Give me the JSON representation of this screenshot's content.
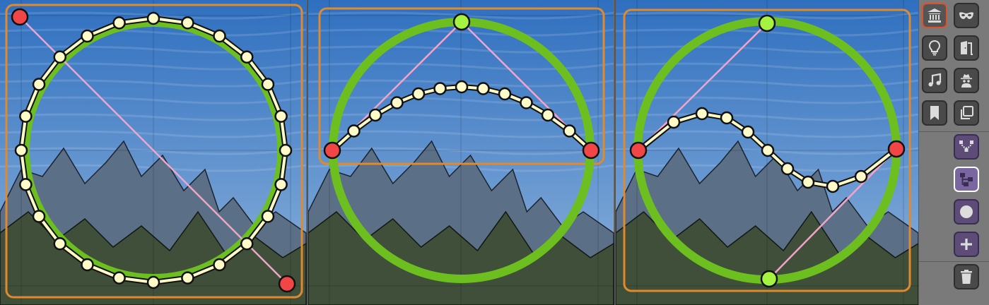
{
  "colors": {
    "sky_top": "#2f6fbf",
    "sky_bottom": "#8fb4dc",
    "frame": "#e08a2e",
    "circle": "#6cbf1f",
    "chord": "#f4a3c8",
    "dot_fill": "#fffbc8",
    "endpoint_red": "#f24646",
    "endpoint_green": "#a6f240",
    "path_outline": "#111111",
    "path_inner": "#fffbc8"
  },
  "panels": [
    {
      "name": "full-circle-panel",
      "mode": "full-circle"
    },
    {
      "name": "upper-arc-panel",
      "mode": "arc"
    },
    {
      "name": "wave-panel",
      "mode": "wave"
    }
  ],
  "toolbar": {
    "buttons": [
      {
        "id": "museum",
        "icon": "museum-icon",
        "active": true
      },
      {
        "id": "mask",
        "icon": "mask-icon",
        "active": false
      },
      {
        "id": "lightbulb",
        "icon": "lightbulb-icon",
        "active": false
      },
      {
        "id": "door",
        "icon": "door-icon",
        "active": false
      },
      {
        "id": "music",
        "icon": "music-note-icon",
        "active": false
      },
      {
        "id": "spy",
        "icon": "spy-icon",
        "active": false
      },
      {
        "id": "bookmark",
        "icon": "bookmark-icon",
        "active": false
      },
      {
        "id": "copy",
        "icon": "copy-icon",
        "active": false
      },
      {
        "id": "bezier",
        "icon": "bezier-curve-icon",
        "active": false
      },
      {
        "id": "tree",
        "icon": "tree-structure-icon",
        "active": true
      },
      {
        "id": "circle",
        "icon": "circle-icon",
        "active": false
      },
      {
        "id": "plus",
        "icon": "plus-icon",
        "active": false
      },
      {
        "id": "trash",
        "icon": "trash-icon",
        "active": false
      }
    ]
  }
}
